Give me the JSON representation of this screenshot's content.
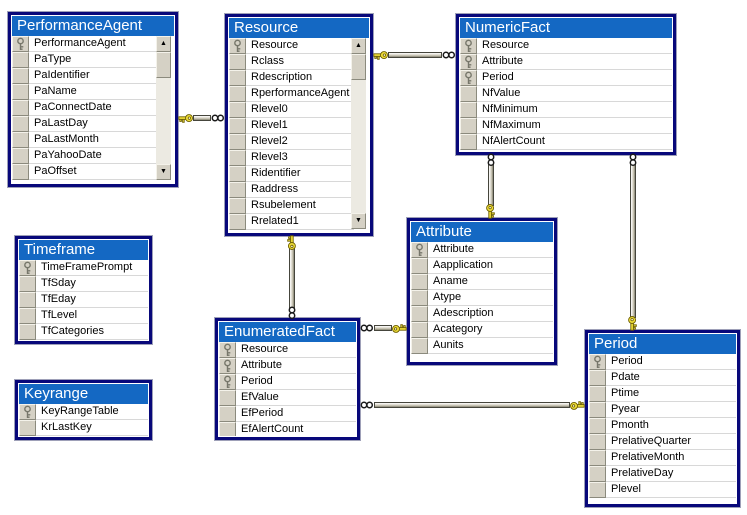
{
  "ui": {
    "background": "#ffffff",
    "scroll_up_glyph": "▲",
    "scroll_down_glyph": "▼"
  },
  "diagram": {
    "colors": {
      "table_header_bg": "#1468C3",
      "table_border": "#08087A",
      "icon_cell_bg": "#D5D1C5",
      "connector_key_fill": "#EFDE3A"
    },
    "tables": [
      {
        "id": "performanceagent",
        "title": "PerformanceAgent",
        "has_scrollbar": true,
        "fields": [
          {
            "name": "PerformanceAgent",
            "pk": true
          },
          {
            "name": "PaType",
            "pk": false
          },
          {
            "name": "PaIdentifier",
            "pk": false
          },
          {
            "name": "PaName",
            "pk": false
          },
          {
            "name": "PaConnectDate",
            "pk": false
          },
          {
            "name": "PaLastDay",
            "pk": false
          },
          {
            "name": "PaLastMonth",
            "pk": false
          },
          {
            "name": "PaYahooDate",
            "pk": false
          },
          {
            "name": "PaOffset",
            "pk": false
          }
        ]
      },
      {
        "id": "resource",
        "title": "Resource",
        "has_scrollbar": true,
        "fields": [
          {
            "name": "Resource",
            "pk": true
          },
          {
            "name": "Rclass",
            "pk": false
          },
          {
            "name": "Rdescription",
            "pk": false
          },
          {
            "name": "RperformanceAgent",
            "pk": false
          },
          {
            "name": "Rlevel0",
            "pk": false
          },
          {
            "name": "Rlevel1",
            "pk": false
          },
          {
            "name": "Rlevel2",
            "pk": false
          },
          {
            "name": "Rlevel3",
            "pk": false
          },
          {
            "name": "Ridentifier",
            "pk": false
          },
          {
            "name": "Raddress",
            "pk": false
          },
          {
            "name": "Rsubelement",
            "pk": false
          },
          {
            "name": "Rrelated1",
            "pk": false
          }
        ]
      },
      {
        "id": "numericfact",
        "title": "NumericFact",
        "has_scrollbar": false,
        "fields": [
          {
            "name": "Resource",
            "pk": true
          },
          {
            "name": "Attribute",
            "pk": true
          },
          {
            "name": "Period",
            "pk": true
          },
          {
            "name": "NfValue",
            "pk": false
          },
          {
            "name": "NfMinimum",
            "pk": false
          },
          {
            "name": "NfMaximum",
            "pk": false
          },
          {
            "name": "NfAlertCount",
            "pk": false
          }
        ]
      },
      {
        "id": "attribute",
        "title": "Attribute",
        "has_scrollbar": false,
        "fields": [
          {
            "name": "Attribute",
            "pk": true
          },
          {
            "name": "Aapplication",
            "pk": false
          },
          {
            "name": "Aname",
            "pk": false
          },
          {
            "name": "Atype",
            "pk": false
          },
          {
            "name": "Adescription",
            "pk": false
          },
          {
            "name": "Acategory",
            "pk": false
          },
          {
            "name": "Aunits",
            "pk": false
          }
        ]
      },
      {
        "id": "enumeratedfact",
        "title": "EnumeratedFact",
        "has_scrollbar": false,
        "fields": [
          {
            "name": "Resource",
            "pk": true
          },
          {
            "name": "Attribute",
            "pk": true
          },
          {
            "name": "Period",
            "pk": true
          },
          {
            "name": "EfValue",
            "pk": false
          },
          {
            "name": "EfPeriod",
            "pk": false
          },
          {
            "name": "EfAlertCount",
            "pk": false
          }
        ]
      },
      {
        "id": "period",
        "title": "Period",
        "has_scrollbar": false,
        "fields": [
          {
            "name": "Period",
            "pk": true
          },
          {
            "name": "Pdate",
            "pk": false
          },
          {
            "name": "Ptime",
            "pk": false
          },
          {
            "name": "Pyear",
            "pk": false
          },
          {
            "name": "Pmonth",
            "pk": false
          },
          {
            "name": "PrelativeQuarter",
            "pk": false
          },
          {
            "name": "PrelativeMonth",
            "pk": false
          },
          {
            "name": "PrelativeDay",
            "pk": false
          },
          {
            "name": "Plevel",
            "pk": false
          }
        ]
      },
      {
        "id": "timeframe",
        "title": "Timeframe",
        "has_scrollbar": false,
        "fields": [
          {
            "name": "TimeFramePrompt",
            "pk": true
          },
          {
            "name": "TfSday",
            "pk": false
          },
          {
            "name": "TfEday",
            "pk": false
          },
          {
            "name": "TfLevel",
            "pk": false
          },
          {
            "name": "TfCategories",
            "pk": false
          }
        ]
      },
      {
        "id": "keyrange",
        "title": "Keyrange",
        "has_scrollbar": false,
        "fields": [
          {
            "name": "KeyRangeTable",
            "pk": true
          },
          {
            "name": "KrLastKey",
            "pk": false
          }
        ]
      }
    ],
    "relations": [
      {
        "id": "performanceagent-resource",
        "one": "PerformanceAgent",
        "many": "Resource",
        "type": "one-to-many"
      },
      {
        "id": "resource-numericfact",
        "one": "Resource",
        "many": "NumericFact",
        "type": "one-to-many"
      },
      {
        "id": "resource-enumeratedfact",
        "one": "Resource",
        "many": "EnumeratedFact",
        "type": "one-to-many"
      },
      {
        "id": "attribute-numericfact",
        "one": "Attribute",
        "many": "NumericFact",
        "type": "one-to-many"
      },
      {
        "id": "attribute-enumeratedfact",
        "one": "Attribute",
        "many": "EnumeratedFact",
        "type": "one-to-many"
      },
      {
        "id": "period-enumeratedfact",
        "one": "Period",
        "many": "EnumeratedFact",
        "type": "one-to-many"
      },
      {
        "id": "period-numericfact",
        "one": "Period",
        "many": "NumericFact",
        "type": "one-to-many"
      }
    ]
  }
}
